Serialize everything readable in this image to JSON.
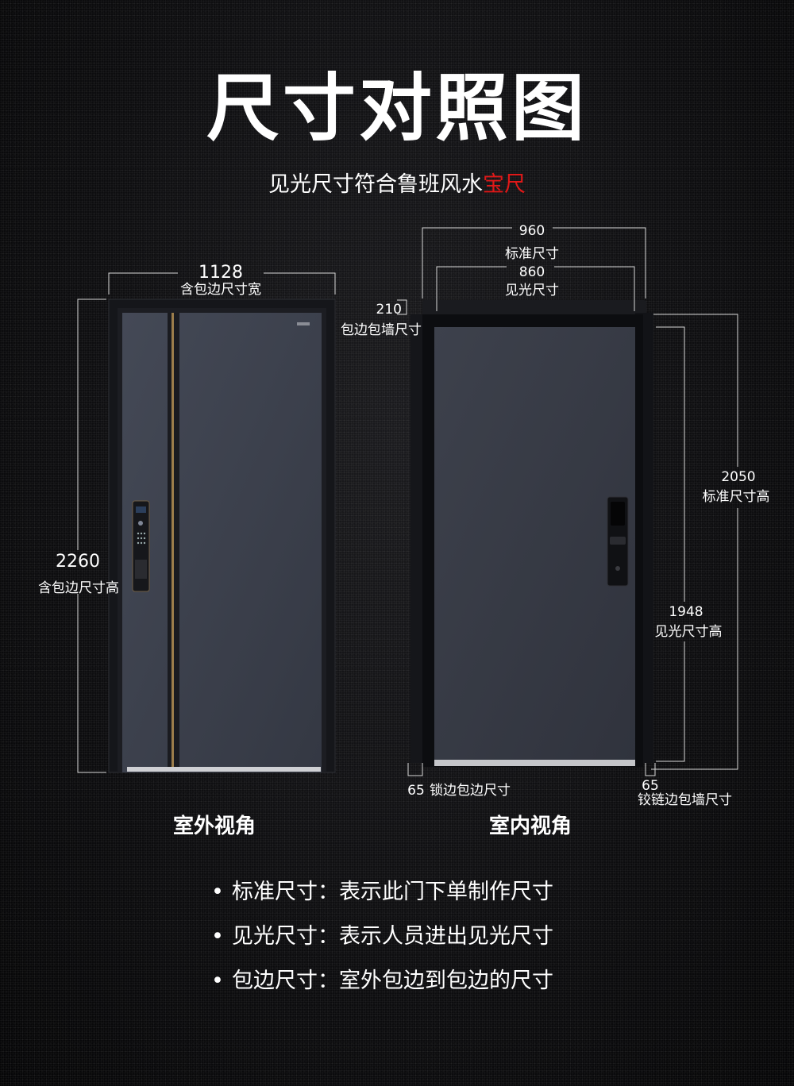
{
  "title": "尺寸对照图",
  "subtitle": {
    "text": "见光尺寸符合鲁班风水",
    "accent": "宝尺",
    "accent_color": "#e01818"
  },
  "outer_view": {
    "caption": "室外视角",
    "width_value": "1128",
    "width_label": "含包边尺寸宽",
    "height_value": "2260",
    "height_label": "含包边尺寸高"
  },
  "inner_view": {
    "caption": "室内视角",
    "std_width_value": "960",
    "std_width_label": "标准尺寸",
    "light_width_value": "860",
    "light_width_label": "见光尺寸",
    "wall_trim_value": "210",
    "wall_trim_label": "包边包墙尺寸",
    "std_height_value": "2050",
    "std_height_label": "标准尺寸高",
    "light_height_value": "1948",
    "light_height_label": "见光尺寸高",
    "lock_side_value": "65",
    "lock_side_label": "锁边包边尺寸",
    "hinge_side_value": "65",
    "hinge_side_label": "铰链边包墙尺寸"
  },
  "notes": [
    {
      "bullet": "•",
      "text": "标准尺寸：表示此门下单制作尺寸"
    },
    {
      "bullet": "•",
      "text": "见光尺寸：表示人员进出见光尺寸"
    },
    {
      "bullet": "•",
      "text": "包边尺寸：室外包边到包边的尺寸"
    }
  ],
  "colors": {
    "door_panel": "#3a3e49",
    "frame": "#121316",
    "background": "#0d0d0f"
  }
}
